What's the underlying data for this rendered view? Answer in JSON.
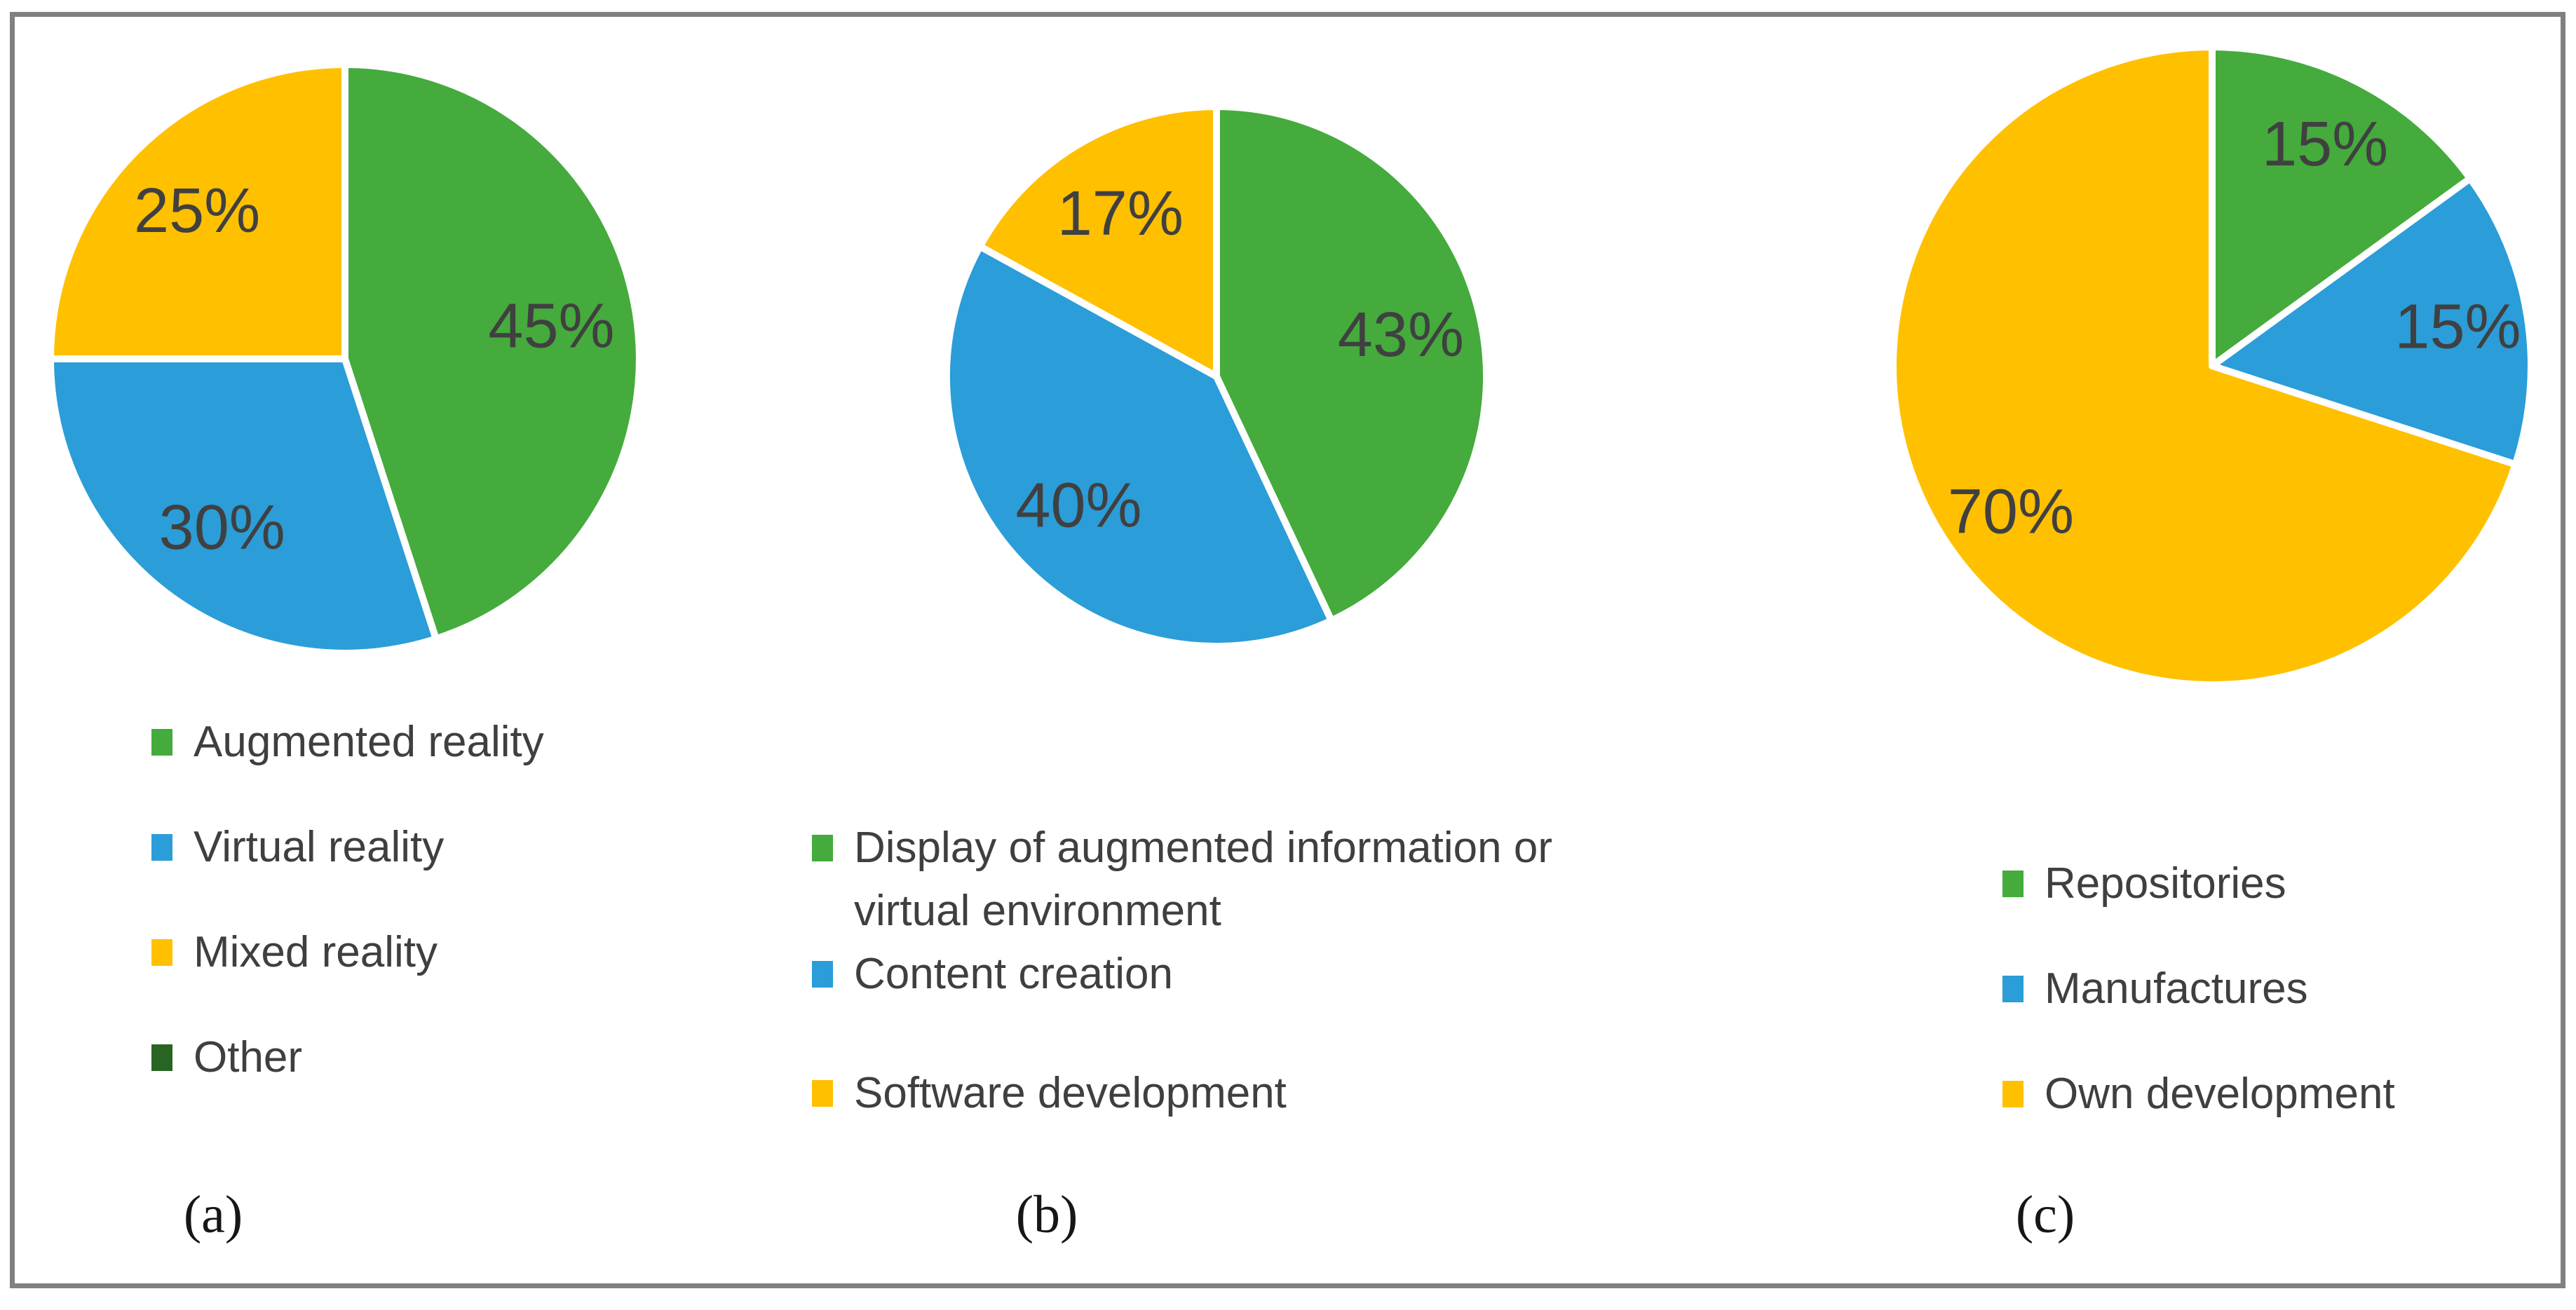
{
  "figure": {
    "background": "#ffffff",
    "border_color": "#808080",
    "data_label_color": "#404040",
    "legend_text_color": "#3f3f3f",
    "slice_separator_color": "#ffffff"
  },
  "chart_data": [
    {
      "type": "pie",
      "caption": "(a)",
      "start_angle_deg": 0,
      "direction": "clockwise",
      "legend_position": "bottom-left",
      "label_radius_ratio": 0.71,
      "slices": [
        {
          "label": "Augmented reality",
          "value": 45,
          "data_label": "45%",
          "color": "#44ab3c"
        },
        {
          "label": "Virtual reality",
          "value": 30,
          "data_label": "30%",
          "color": "#2b9dd8"
        },
        {
          "label": "Mixed reality",
          "value": 25,
          "data_label": "25%",
          "color": "#ffc000"
        },
        {
          "label": "Other",
          "value": 0,
          "data_label": "",
          "color": "#286422"
        }
      ]
    },
    {
      "type": "pie",
      "caption": "(b)",
      "start_angle_deg": 0,
      "direction": "clockwise",
      "legend_position": "bottom-left",
      "label_radius_ratio": 0.7,
      "slices": [
        {
          "label": "Display of augmented information or\nvirtual environment",
          "value": 43,
          "data_label": "43%",
          "color": "#44ab3c"
        },
        {
          "label": "Content creation",
          "value": 40,
          "data_label": "40%",
          "color": "#2b9dd8"
        },
        {
          "label": "Software development",
          "value": 17,
          "data_label": "17%",
          "color": "#ffc000"
        }
      ]
    },
    {
      "type": "pie",
      "caption": "(c)",
      "start_angle_deg": 0,
      "direction": "clockwise",
      "legend_position": "bottom-left",
      "label_radius_ratio": 0.78,
      "slices": [
        {
          "label": "Repositories",
          "value": 15,
          "data_label": "15%",
          "color": "#44ab3c"
        },
        {
          "label": "Manufactures",
          "value": 15,
          "data_label": "15%",
          "color": "#2b9dd8"
        },
        {
          "label": "Own development",
          "value": 70,
          "data_label": "70%",
          "color": "#ffc000"
        }
      ]
    }
  ]
}
